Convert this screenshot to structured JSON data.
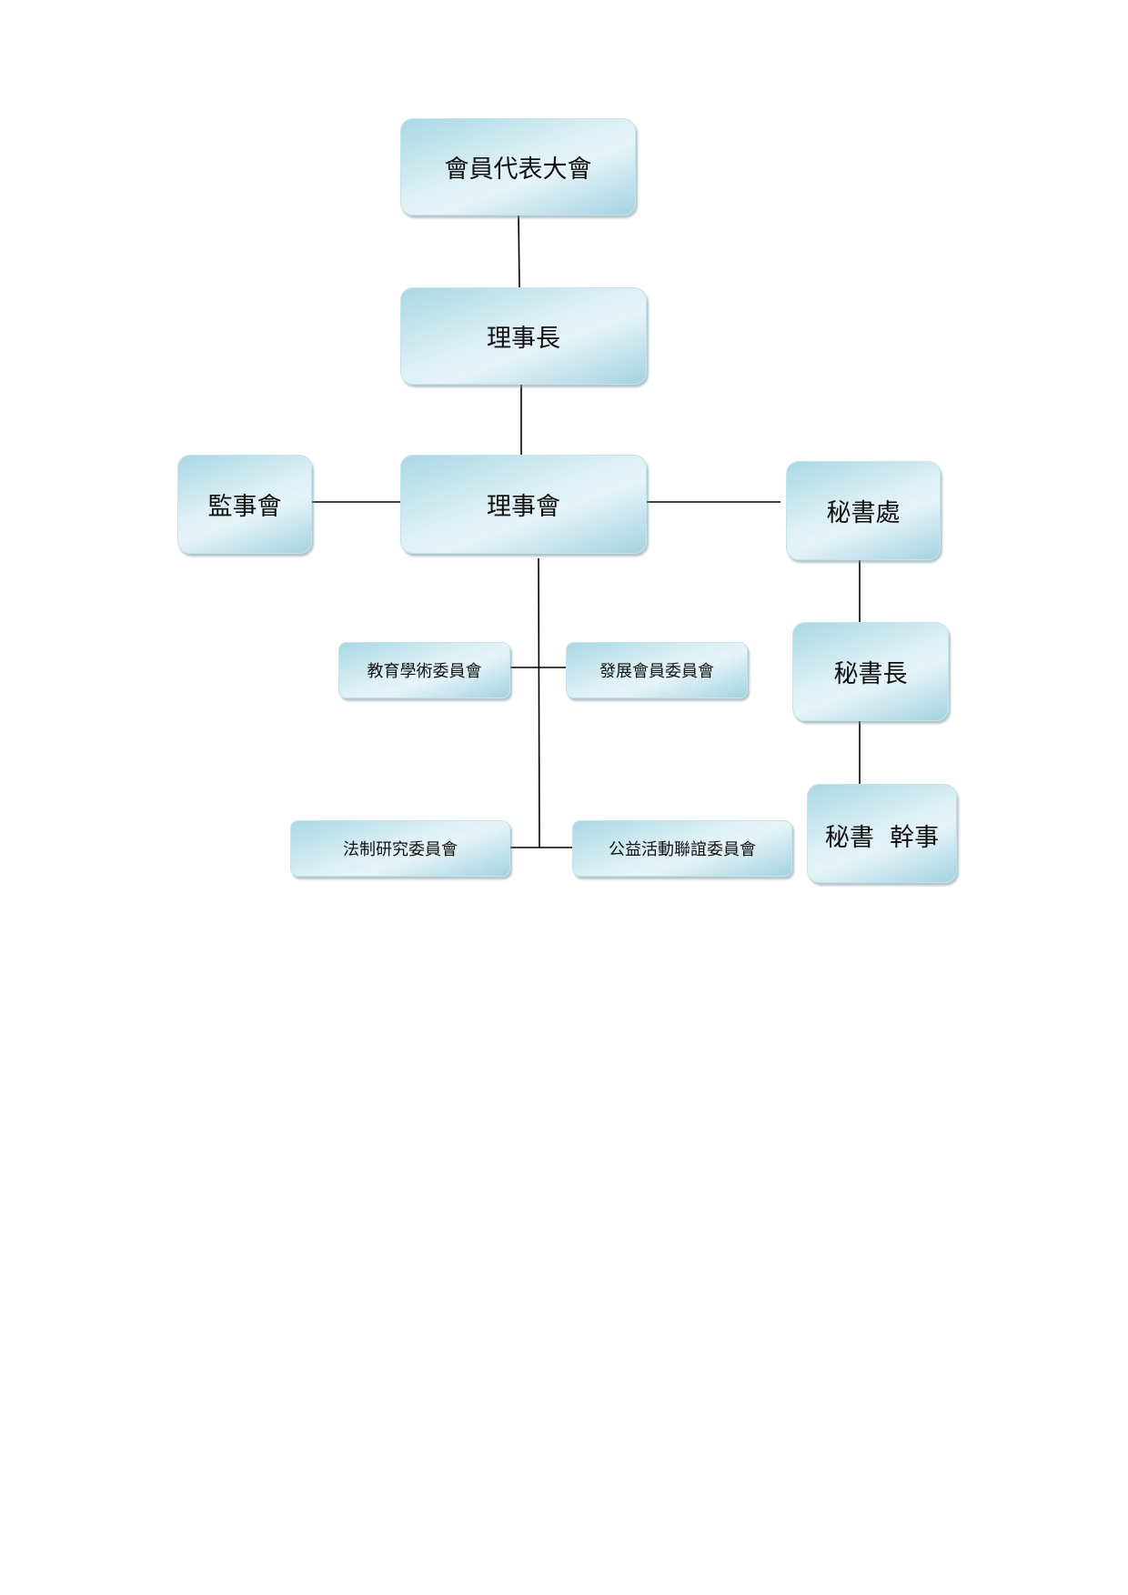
{
  "nodes": {
    "assembly": "會員代表大會",
    "chairman": "理事長",
    "board": "理事會",
    "supervisors": "監事會",
    "secretariat": "秘書處",
    "secretary_general": "秘書長",
    "secretary_staff": "秘書  幹事",
    "education_committee": "教育學術委員會",
    "membership_committee": "發展會員委員會",
    "legal_committee": "法制研究委員會",
    "welfare_committee": "公益活動聯誼委員會"
  }
}
